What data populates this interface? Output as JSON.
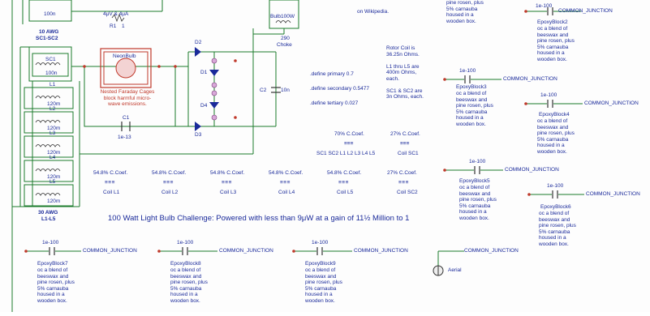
{
  "title": "100 Watt Light Bulb Challenge: Powered with less than 9μW at a gain of 11½ Million to 1",
  "top": {
    "awg10": "10 AWG",
    "sc_label": "SC1-SC2",
    "r1_value": "4μV & 4μA",
    "r1_name": "R1",
    "r1_idx": "1",
    "bulb_label": "Bulb100W",
    "choke_value": "290",
    "choke_name": "Choke",
    "wikipedia": "on Wikipedia.",
    "top_left_value": "100n"
  },
  "core": {
    "sc1": "SC1",
    "sc1_val": "100n",
    "neon": "NeonBulb",
    "cage_note": "Nested Faraday Cages\nblock harmful micro-\nwave emissions.",
    "c1": "C1",
    "c1_val": "1e-13",
    "d1": "D1",
    "d2": "D2",
    "d3": "D3",
    "d4": "D4",
    "c2": "C2",
    "c2_val": "10n",
    "coil_note": "Rotor Coil is\n36.25n Ohms.\n\nL1 thru L5 are\n400m Ohms,\neach.\n\nSC1 & SC2 are\n3n Ohms, each.",
    "define1": ".define primary 0.7",
    "define2": ".define secondary 0.5477",
    "define3": ".define tertiary 0.027",
    "awg30": "30 AWG",
    "l_range": "L1-L5"
  },
  "coils_left": [
    {
      "name": "L1",
      "value": "120m"
    },
    {
      "name": "L2",
      "value": "120m"
    },
    {
      "name": "L3",
      "value": "120m"
    },
    {
      "name": "L4",
      "value": "120m"
    },
    {
      "name": "L5",
      "value": "120m"
    }
  ],
  "coefficients": [
    {
      "coef": "54.8% C.Coef.",
      "coil": "Coil L1"
    },
    {
      "coef": "54.8% C.Coef.",
      "coil": "Coil L2"
    },
    {
      "coef": "54.8% C.Coef.",
      "coil": "Coil L3"
    },
    {
      "coef": "54.8% C.Coef.",
      "coil": "Coil L4"
    },
    {
      "coef": "54.8% C.Coef.",
      "coil": "Coil L5"
    },
    {
      "coef": "27% C.Coef.",
      "coil": "Coil SC2"
    }
  ],
  "upper_coef": [
    {
      "coef": "70% C.Coef.",
      "coil": "SC1 SC2 L1 L2 L3 L4 L5"
    },
    {
      "coef": "27% C.Coef.",
      "coil": "Coil SC1"
    }
  ],
  "epoxy_desc": "oc a blend of\nbeeswax and\npine rosen, plus\n5% carnauba\nhoused in a\nwooden box.",
  "epoxy_top_desc": "pine rosen, plus\n5% carnauba\nhoused in a\nwooden box.",
  "cap_value": "1e-100",
  "junction": "COMMON_JUNCTION",
  "epoxy_blocks": [
    {
      "name": "EpoxyBlock2"
    },
    {
      "name": "EpoxyBlock3"
    },
    {
      "name": "EpoxyBlock4"
    },
    {
      "name": "EpoxyBlock5"
    },
    {
      "name": "EpoxyBlock6"
    },
    {
      "name": "EpoxyBlock7"
    },
    {
      "name": "EpoxyBlock8"
    },
    {
      "name": "EpoxyBlock9"
    }
  ],
  "aerial": "Aerial",
  "colors": {
    "wire": "#1a7a2a",
    "label": "#1a2a9a",
    "red": "#c0392b"
  }
}
